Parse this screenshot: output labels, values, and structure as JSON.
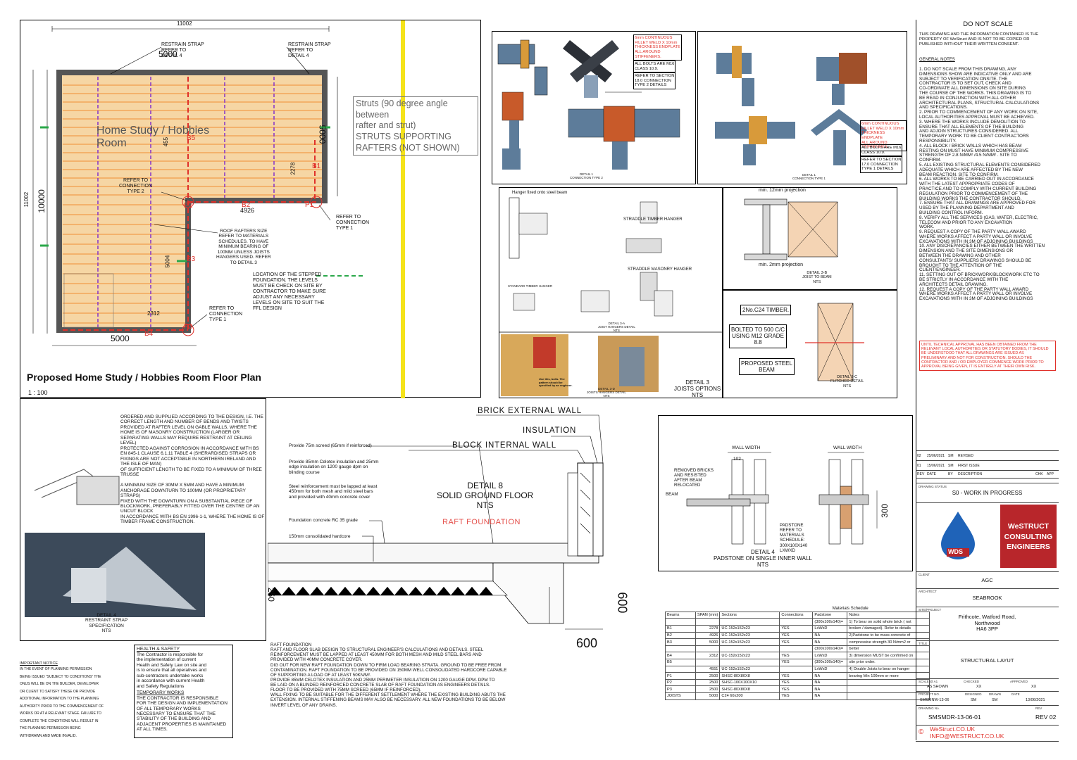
{
  "floor_plan": {
    "title": "Proposed Home Study / Hobbies Room Floor Plan",
    "scale": "1 : 100",
    "room_label": "Home Study / Hobbies\nRoom",
    "dims": {
      "top": "11002",
      "top_inner": "5000",
      "left_outer": "11002",
      "left_inner": "10000",
      "bottom": "5000",
      "right": "5000",
      "vertical_mid": "455",
      "right_b1": "2278",
      "b2": "4926",
      "b3": "5004",
      "b4": "2312"
    },
    "beams": {
      "b1": "B1",
      "b2": "B2",
      "b3": "B3",
      "b4": "B4",
      "b5": "B5"
    },
    "posts": {
      "p1": "P1",
      "p2": "P2",
      "p3": "P3"
    },
    "notes": {
      "strap_left": "RESTRAIN STRAP\nREFER TO\nDETAIL 4",
      "strap_right": "RESTRAIN STRAP\nREFER TO\nDETAIL 4",
      "conn2": "REFER TO\nCONNECTION\nTYPE 2",
      "conn1_right": "REFER TO\nCONNECTION\nTYPE 1",
      "conn1_bottom": "REFER TO\nCONNECTION\nTYPE 1",
      "rafters": "ROOF RAFTERS SIZE\nREFER TO MATERIALS\nSCHEDULES. TO HAVE\nMINIMUM BEARING OF\n100MM UNLESS JOISTS\nHANGERS USED. REFER\nTO DETAIL 3",
      "foundation": "LOCATION OF THE STEPPED\nFOUNDATION. THE LEVELS\nMUST BE CHECK ON SITE BY\nCONTRACTOR TO MAKE SURE\nADJUST ANY NECESSARY\nLEVELS ON SITE TO SUIT THE\nFFL DESIGN"
    },
    "struts_note": "Struts (90 degree angle\nbetween\nrafter and strut)\nSTRUTS SUPPORTING\nRAFTERS (NOT SHOWN)"
  },
  "connections": {
    "c1_weld": "6mm CONTINUOUS\nFILLET WELD X 10mm\nTHICKNESS ENDPLATE\nALL AROUND\nSTIFFENERS.",
    "c1_bolts": "ALL BOLTS ARE M16\nCLASS 10.9.",
    "c1_ref": "REFER TO SECTION\n18.0 CONNECTION\nTYPE 2 DETAILS",
    "c1_caption": "DETAIL 1\nCONNECTION TYPE 2",
    "c2_weld": "6mm CONTINUOUS\nFILLET WELD X 10mm\nTHICKNESS ENDPLATE\nALL AROUND\nSTIFFENERS.",
    "c2_bolts": "ALL BOLTS ARE M16\nCLASS 10.9.",
    "c2_ref": "REFER TO SECTION\n17.0 CONNECTION\nTYPE 1 DETAILS",
    "c2_caption": "DETAIL 1\nCONNECTION TYPE 1"
  },
  "detail3": {
    "hanger_title": "Hanger fixed onto steel beam",
    "straddle_timber": "STRADDLE TIMBER HANGER",
    "straddle_masonry": "STRADDLE MASONRY HANGER",
    "standard_timber": "STANDARD TIMBER HANGER",
    "d3a": "DETAIL 3-A\nJOIST HANGERS DETAIL\nNTS",
    "d3d": "DETAIL 3-D\nJOISTS HANGERS DETAIL\nNTS",
    "main": "DETAIL 3\nJOISTS OPTIONS\nNTS",
    "proj_top": "min. 12mm projection",
    "proj_bottom": "min. 2mm projection",
    "d3b": "DETAIL 3-B\nJOIST TO BEAM\nNTS",
    "timber": "2No.C24 TIMBER.",
    "bolted": "BOLTED TO 500 C/C\nUSING M12 GRADE\n8.8",
    "steel_beam": "PROPOSED STEEL\nBEAM",
    "d3c": "DETAIL 3-C\nFLITCHED DETAIL\nNTS",
    "photo_caption": "Use this, bolts. The\npattern should be\nspecified by an engineer."
  },
  "detail4": {
    "text": "ORDERED AND SUPPLIED ACCORDING TO THE DESIGN, I.E. THE\nCORRECT LENGTH AND NUMBER OF BENDS AND TWISTS\nPROVIDED AT RAFTER LEVEL ON GABLE WALLS, WHERE THE\nHOME IS OF MASONRY CONSTRUCTION (LARGER OR\nSEPARATING WALLS MAY REQUIRE RESTRAINT AT CEILING\nLEVEL)\nPROTECTED AGAINST CORROSION IN ACCORDANCE WITH BS\nEN 845-1 CLAUSE 6.1.11 TABLE 4 (SHERARDISED STRAPS OR\nFIXINGS ARE NOT ACCEPTABLE IN NORTHERN IRELAND AND\nTHE ISLE OF MAN)\nOF SUFFICIENT LENGTH TO BE FIXED TO A MINIMUM OF THREE\nTRUSSE\n\nA MINIMUM SIZE OF 30MM X 5MM AND HAVE A MINIMUM\nANCHORAGE DOWNTURN TO 100MM (OR PROPRIETARY\nSTRAPS)\nFIXED WITH THE DOWNTURN ON A SUBSTANTIAL PIECE OF\nBLOCKWORK, PREFERABLY FITTED OVER THE CENTRE OF AN\nUNCUT BLOCK\nIN ACCORDANCE WITH BS EN 1996-1-1, WHERE THE HOME IS OF\nTIMBER FRAME CONSTRUCTION.",
    "caption": "DETAIL 4\nRESTRAINT STRAP\nSPECIFICATION\nNTS"
  },
  "detail8": {
    "brick": "BRICK EXTERNAL WALL",
    "insulation": "INSULATION",
    "block": "BLOCK INTERNAL WALL",
    "title": "DETAIL 8\nSOLID GROUND FLOOR\nNTS",
    "raft": "RAFT FOUNDATION",
    "n1": "Provide 75m screed (65mm if reinforced)",
    "n2": "Provide 85mm Celotex insulation and 25mm\nedge insulation on 1200 gauge dpm on\nblinding course",
    "n3": "Steel reinforcement must be lapped at least\n450mm for both mesh and mild steel bars\nand provided with 40mm concrete cover",
    "n4": "Foundation concrete RC 35 grade",
    "n5": "150mm consolidated hardcore",
    "dim1": "250",
    "dim2": "600",
    "dim3": "600",
    "raft_notes": "RAFT FOUNDATION\nRAFT AND FLOOR SLAB DESIGN TO STRUCTURAL ENGINEER'S CALCULATIONS AND DETAILS. STEEL\nREINFORCEMENT MUST BE LAPPED AT LEAST 450MM FOR BOTH MESH AND MILD STEEL BARS AND\nPROVIDED WITH 40MM CONCRETE COVER.\nDIG OUT FOR NEW RAFT FOUNDATION DOWN TO FIRM LOAD BEARING STRATA. GROUND TO BE FREE FROM\nCONTAMINATION. RAFT FOUNDATION TO BE PROVIDED ON 150MM WELL CONSOLIDATED HARDCORE CAPABLE\nOF SUPPORTING A LOAD OF AT LEAST 50KN/M².\nPROVIDE 85MM CELOTEX INSULATION AND 25MM PERIMETER INSULATION ON 1200 GAUGE DPM. DPM TO\nBE LAID ON A BLINDED REINFORCED CONCRETE SLAB OF RAFT FOUNDATION AS ENGINEERS DETAILS.\nFLOOR TO BE PROVIDED WITH 75MM SCREED (65MM IF REINFORCED).\nWALL FIXING TO BE SUITABLE FOR THE DIFFERENT SETTLEMENT WHERE THE EXISTING BUILDING ABUTS THE\nEXTENSION. INTERNAL STIFFENING BEAMS MAY ALSO BE NECESSARY. ALL NEW FOUNDATIONS TO BE BELOW\nINVERT LEVEL OF ANY DRAINS."
  },
  "padstone": {
    "wall_width_l": "WALL WIDTH",
    "wall_width_r": "WALL WIDTH",
    "dim102": "102",
    "dim300": "300",
    "removed": "REMOVED BRICKS\nAND RESISTED\nAFTER BEAM\nRELOCATED",
    "beam": "BEAM",
    "padstone": "PADSTONE\nREFER TO\nMATERIALS\nSCHEDULE:\n300X100X140\nLXWXD",
    "caption": "DETAIL 4\nPADSTONE ON SINGLE INNER WALL\nNTS"
  },
  "health_safety": {
    "h1": "HEALTH & SAFETY",
    "t1": "The Contractor is responsible for\nthe implementation of current\nHealth and Safety Law on site and\nis to ensure that all operatives and\nsub-contractors undertake works\nin accordance with current Health\nand Safety Regulations",
    "h2": "TEMPORARY WORKS",
    "t2": "THE CONTRACTOR IS RESPONSIBLE\nFOR THE DESIGN AND IMPLEMENTATION\nOF ALL TEMPORARY WORKS\nNECESSARY TO ENSURE THAT THE\nSTABILITY OF THE BUILDING AND\nADJACENT PROPERTIES IS MAINTAINED\nAT ALL TIMES."
  },
  "important": {
    "h": "IMPORTANT NOTICE",
    "t": "IN THE EVENT OF PLANNING PERMISSION\nBEING ISSUED \"SUBJECT TO CONDITIONS\" THE\nONUS WILL BE ON THE BUILDER, DEVELOPER\nOR CLIENT TO SATISFY THESE OR PROVIDE\nADDITIONAL INFORMATION TO THE PLANNING\nAUTHORITY PRIOR TO THE COMMENCEMENT OF\nWORKS OR AT A RELEVANT STAGE. FAILURE TO\nCOMPLETE THE CONDITIONS WILL RESULT IN\nTHE PLANNING PERMISSION BEING\nWITHDRAWN AND MADE INVALID."
  },
  "materials": {
    "title": "Materials Schedule",
    "headers": [
      "Beams",
      "SPAN (mm)",
      "Sections",
      "Connections",
      "Padstone",
      "Notes"
    ],
    "rows": [
      [
        "",
        "",
        "",
        "",
        "(300x100x140)=",
        "1) To bear on solid whole brick ( not"
      ],
      [
        "B1",
        "2278",
        "UC-152x152x23",
        "YES",
        "LxWxD",
        "broken / damaged). Refer to details"
      ],
      [
        "B2",
        "4926",
        "UC-152x152x23",
        "YES",
        "NA",
        "2)Padstone to be mass concrete of"
      ],
      [
        "B3",
        "5000",
        "UC-152x152x23",
        "YES",
        "NA",
        "compressive strength 30 N/mm2 or"
      ],
      [
        "",
        "",
        "",
        "",
        "(300x100x140)=",
        "better"
      ],
      [
        "B4",
        "2312",
        "UC-152x152x23",
        "YES",
        "LxWxD",
        "3) dimension MUST be confirmed on"
      ],
      [
        "B5",
        "",
        "",
        "YES",
        "(300x100x140)=",
        "site prior order."
      ],
      [
        "",
        "4551",
        "UC-152x152x23",
        "",
        "LxWxD",
        "4) Double Joists to bear on hanger"
      ],
      [
        "P1",
        "2500",
        "SHSC-80X80X8",
        "YES",
        "NA",
        "bearing Min 100mm or more"
      ],
      [
        "P2",
        "2500",
        "SHSC-100X100X10",
        "YES",
        "NA",
        ""
      ],
      [
        "P3",
        "2500",
        "SHSC-80X80X8",
        "YES",
        "NA",
        ""
      ],
      [
        "JOISTS",
        "5000",
        "C24 60x200",
        "YES",
        "NA",
        ""
      ]
    ]
  },
  "titleblock": {
    "do_not_scale": "DO NOT SCALE",
    "copyright": "THIS DRAWING AND THE INFORMATION CONTAINED IS THE\nPROPERTY OF WeStruct AND IS NOT TO BE COPIED OR\nPUBLISHED WITHOUT THEIR WRITTEN CONSENT.",
    "general_notes_h": "GENERAL NOTES",
    "general_notes": "1.  DO NOT SCALE FROM THIS DRAWING, ANY\n     DIMENSIONS SHOW ARE INDICATIVE ONLY AND ARE\n     SUBJECT TO VERIFICATION ONSITE. THE\n     CONTRACTOR IS TO SET OUT, CHECK AND\n     CO-ORDINATE ALL DIMENSIONS ON SITE DURING\n     THE COURSE OF THE WORKS. THIS DRAWING IS TO\n     BE READ IN CONJUNCTION WITH ALL OTHER\n     ARCHITECTURAL PLANS, STRUCTURAL CALCULATIONS\n     AND SPECIFICATIONS.\n2.  PRIOR TO COMMENCEMENT OF ANY WORK ON SITE,\n     LOCAL AUTHORITIES APPROVAL MUST BE ACHIEVED.\n3.  WHERE THE WORKS INCLUDE DEMOLITION TO\n     ENSURE THAT ALL ELEMENTS OF THE BUILDING\n     AND ADJOIN STRUCTURES CONSIDERED. ALL\n     TEMPORARY WORK TO BE CLIENT CONTRACTORS\n     RESPONSIBILITY.\n4.  ALL BLOCK / BRICK WALLS WHICH HAS BEAM\n     RESTING ON MUST HAVE MINIMUM COMPRESSIVE\n     STRENGTH OF 2.8 N/MM² /4.5 N/MM² . SITE TO\n     CONFIRM.\n5.  ALL EXISTING STRUCTURAL ELEMENTS CONSIDERED\n     ADEQUATE WHICH ARE AFFECTED BY THE NEW\n     BEAM REACTION. SITE TO CONFIRM.\n6.  ALL WORKS TO BE CARRIED OUT IN ACCORDANCE\n     WITH THE LATEST APPROPRIATE CODES OF\n     PRACTICE AND TO COMPLY WITH CURRENT BUILDING\n     REGULATION PRIOR TO COMMENCEMENT OF THE\n     BUILDING WORKS THE CONTRACTOR SHOULD.\n7.  ENSURE THAT ALL DRAWINGS ARE APPROVED FOR\n     USED BY THE PLANNING DEPARTMENT AND\n     BUILDING CONTROL INFORM.\n8.  VERIFY ALL THE SERVICES (GAS, WATER, ELECTRIC,\n     TELECOM AND PRIOR TO ANY EXCAVATION\n     WORK.\n9.  REQUEST A COPY OF THE PARTY WALL AWARD\n     WHERE WORKS AFFECT A PARTY WALL OR INVOLVE\n     EXCAVATIONS WITH IN 3M OF ADJOINING BUILDINGS\n10. ANY DISCREPANCIES EITHER BETWEEN THE WRITTEN\n     DIMENSION AND THE SITE DIMENSIONS OR\n     BETWEEN THE DRAWING AND OTHER\n     CONSULTANTS/ SUPPLIERS DRAWINGS SHOULD BE\n     BROUGHT TO THE ATTENTION OF THE\n     CLIENT/ENGINEER.\n11. SETTING OUT OF BRICKWORK/BLOCKWORK ETC TO\n     BE STRICTLY IN ACCORDANCE WITH THE\n     ARCHITECTS DETAIL DRAWING.\n12. REQUEST A COPY OF THE       PARTY WALL AWARD\n     WHERE WORKS AFFECT A      PARTY WALL OR INVOLVE\n     EXCAVATIONS WITH IN 3M     OF ADJOINING BUILDINGS",
    "red_note": "UNTIL TECHNICAL APPROVAL HAS BEEN OBTAINED FROM THE\nRELEVANT LOCAL AUTHORITIES OR STATUTORY BODIES, IT SHOULD\nBE UNDERSTOOD THAT ALL DRAWINGS ARE ISSUED AS\nPRELIMINARY AND NOT FOR CONSTRUCTION. SHOULD THE\nCONTRACTOR AND / OR EMPLOYER COMMENCE WORK PRIOR TO\nAPPROVAL BEING GIVEN, IT IS ENTIRELY AT THEIR OWN RISK.",
    "rev_rows": [
      [
        "02",
        "25/06/2021",
        "SM",
        "REVISED"
      ],
      [
        "01",
        "15/06/2021",
        "SM",
        "FIRST ISSUE"
      ]
    ],
    "rev_headers": [
      "REV",
      "DATE",
      "BY",
      "DESCRIPTION",
      "CHK",
      "APP"
    ],
    "drawing_status_lbl": "DRAWING STATUS",
    "drawing_status": "S0 - WORK IN PROGRESS",
    "company": "WeSTRUCT\nCONSULTING\nENGINEERS",
    "logo_text": "WDS",
    "client_lbl": "CLIENT",
    "client": "AGC",
    "architect_lbl": "ARCHITECT",
    "architect": "SEABROOK",
    "project_lbl": "SITE/PROJECT",
    "project": "Frithcote, Watford Road,\nNorthwood\nHA6 3PP",
    "title_lbl": "TITLE",
    "title": "STRUCTURAL LAYUT",
    "scale_lbl": "SCALE @ A1",
    "scale": "AS SHOWN",
    "checked_lbl": "CHECKED",
    "checked": "XX",
    "approved_lbl": "APPROVED",
    "approved": "XX",
    "projno_lbl": "PROJECT NO.",
    "projno": "SMSMNW-13-06",
    "designed_lbl": "DESIGNED",
    "designed": "SM",
    "drawn_lbl": "DRAWN",
    "drawn": "SM",
    "date_lbl": "DATE",
    "date": "13/06/2021",
    "drawno_lbl": "DRAWING No.",
    "drawno": "SMSMDR-13-06-01",
    "rev_lbl": "REV",
    "rev": "REV 02",
    "web": "WeStruct.CO.UK",
    "email": "INFO@WESTRUCT.CO.UK",
    "copyright_symbol": "©"
  },
  "colors": {
    "accent_red": "#e0302a",
    "rafter_orange": "#f2a65a",
    "beam_red": "#e0302a",
    "joist_purple": "#8b3cc8",
    "green": "#2aa84a",
    "yellow": "#f5e31a",
    "logo_red": "#b8262b",
    "logo_blue": "#1f63b8"
  }
}
